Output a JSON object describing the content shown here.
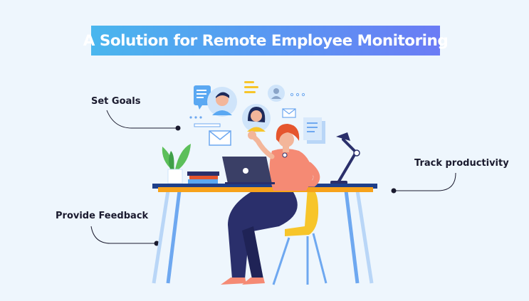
{
  "title": "A Solution for Remote Employee Monitoring",
  "labels": {
    "set_goals": "Set Goals",
    "track_productivity": "Track productivity",
    "provide_feedback": "Provide Feedback"
  },
  "colors": {
    "banner_start": "#4ab6ee",
    "banner_end": "#6b7cf5",
    "background": "#eef6fd",
    "desk_top": "#f7a21b",
    "desk_legs": "#6ea8f0",
    "chair": "#f7c52a",
    "shirt": "#f58a74",
    "hair": "#e5552d",
    "pants": "#2a2f6b",
    "plant": "#5cbf5a",
    "laptop": "#3a3f66",
    "connector": "#1a1a2e"
  },
  "icons": [
    "chat-bubble-icon",
    "avatar-icon",
    "mail-icon",
    "document-icon",
    "desk-lamp-icon",
    "plant-icon",
    "laptop-icon",
    "books-icon"
  ]
}
